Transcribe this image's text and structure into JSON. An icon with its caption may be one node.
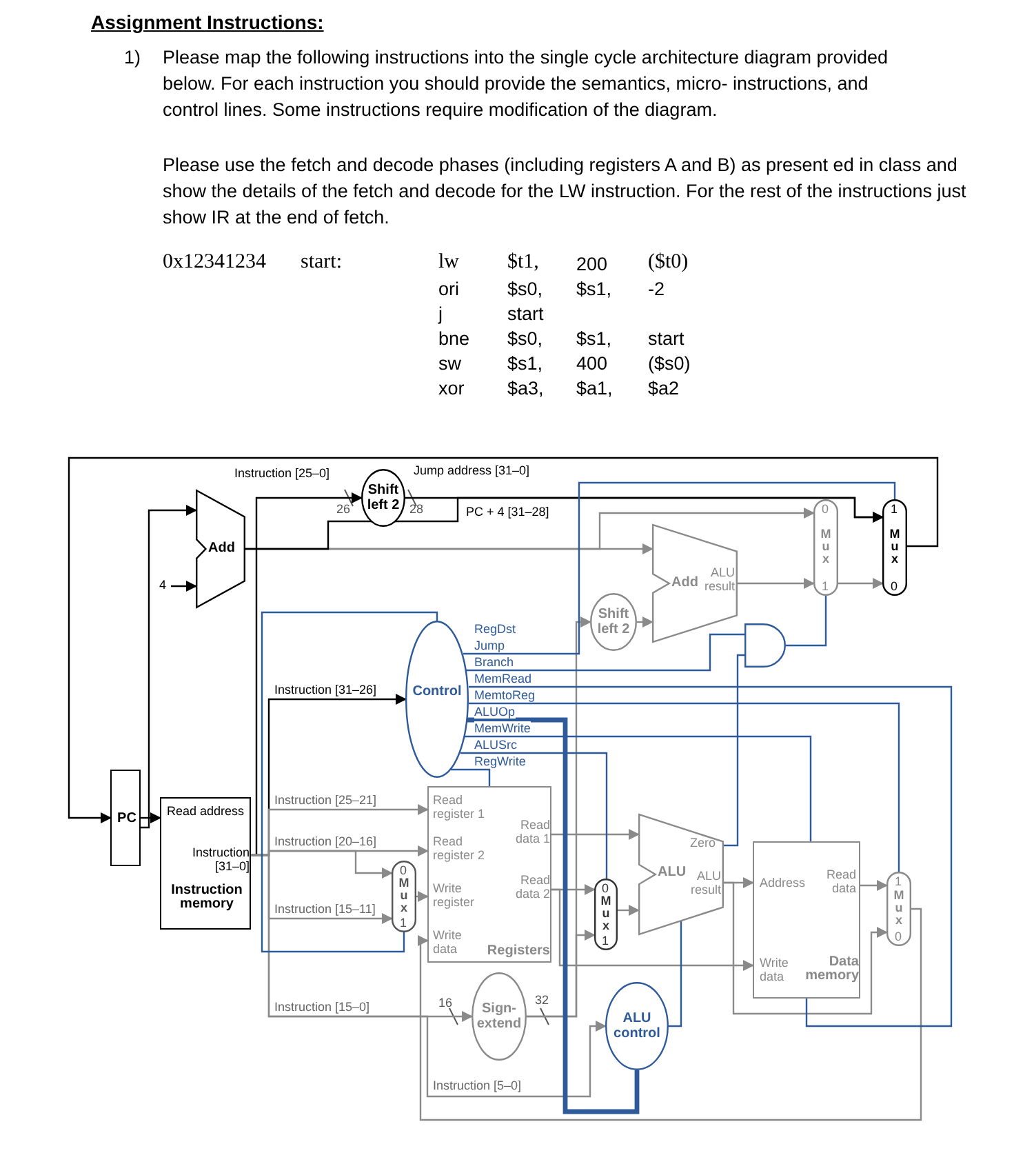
{
  "diagram": {
    "title": "Assignment Instructions:",
    "nodes": [
      {
        "text": [
          "PC"
        ]
      },
      {
        "text": [
          "Read address",
          "Instruction [31–0]",
          "Instruction memory"
        ]
      },
      {
        "text": [
          "Add"
        ]
      },
      {
        "text": [
          "Shift left 2"
        ]
      },
      {
        "text": [
          "Control"
        ]
      },
      {
        "text": [
          "Read register 1",
          "Read register 2",
          "Write register",
          "Write data",
          "Read data 1",
          "Read data 2",
          "Registers"
        ]
      },
      {
        "text": [
          "0",
          "Mux",
          "1"
        ]
      },
      {
        "text": [
          "Sign-extend"
        ]
      },
      {
        "text": [
          "Shift left 2"
        ]
      },
      {
        "text": [
          "Add",
          "ALU result"
        ]
      },
      {
        "text": [
          "0",
          "Mux",
          "1"
        ]
      },
      {
        "text": [
          "1",
          "Mux",
          "0"
        ]
      },
      {
        "text": [],
        "shape": "gate"
      },
      {
        "text": [
          "ALU",
          "Zero",
          "ALU result"
        ]
      },
      {
        "text": [
          "0",
          "Mux",
          "1"
        ]
      },
      {
        "text": [
          "ALU control"
        ]
      },
      {
        "text": [
          "Address",
          "Read data",
          "Write data",
          "Data memory"
        ]
      },
      {
        "text": [
          "1",
          "Mux",
          "0"
        ]
      },
      {
        "text": [
          "4"
        ]
      }
    ],
    "edges": [
      {
        "from": 0,
        "to": 1,
        "arrow": "to",
        "color": "#000000"
      },
      {
        "from": 0,
        "to": 2,
        "arrow": "to",
        "color": "#000000"
      },
      {
        "from": 18,
        "to": 2,
        "arrow": "to",
        "color": "#000000"
      },
      {
        "from": 2,
        "to": 10,
        "arrow": "to"
      },
      {
        "from": 2,
        "to": 9,
        "arrow": "to"
      },
      {
        "from": 2,
        "to": 11,
        "arrow": "to",
        "label": "PC + 4 [31–28]",
        "color": "#000000"
      },
      {
        "from": 1,
        "to": 3,
        "arrow": "to",
        "label": "Instruction [25–0]",
        "color": "#000000"
      },
      {
        "from": 3,
        "to": 11,
        "arrow": "to",
        "label": "Jump address [31–0]",
        "color": "#000000"
      },
      {
        "from": 11,
        "to": 0,
        "arrow": "to",
        "color": "#000000"
      },
      {
        "from": 1,
        "to": 4,
        "arrow": "to",
        "label": "Instruction [31–26]",
        "color": "#000000"
      },
      {
        "from": 1,
        "to": 5,
        "arrow": "to",
        "label": "Instruction [25–21]"
      },
      {
        "from": 1,
        "to": 5,
        "arrow": "to",
        "label": "Instruction [20–16]"
      },
      {
        "from": 1,
        "to": 6,
        "arrow": "to"
      },
      {
        "from": 1,
        "to": 6,
        "arrow": "to",
        "label": "Instruction [15–11]"
      },
      {
        "from": 6,
        "to": 5,
        "arrow": "to"
      },
      {
        "from": 1,
        "to": 7,
        "arrow": "to",
        "label": "Instruction [15–0]"
      },
      {
        "from": 1,
        "to": 15,
        "arrow": "to",
        "label": "Instruction [5–0]"
      },
      {
        "from": 5,
        "to": 13,
        "arrow": "to"
      },
      {
        "from": 5,
        "to": 14,
        "arrow": "to"
      },
      {
        "from": 5,
        "to": 16,
        "arrow": "to"
      },
      {
        "from": 7,
        "to": 14,
        "arrow": "to"
      },
      {
        "from": 7,
        "to": 8,
        "arrow": "to"
      },
      {
        "from": 8,
        "to": 9,
        "arrow": "to"
      },
      {
        "from": 9,
        "to": 10,
        "arrow": "to"
      },
      {
        "from": 10,
        "to": 11,
        "arrow": "to"
      },
      {
        "from": 14,
        "to": 13,
        "arrow": "to"
      },
      {
        "from": 13,
        "to": 16,
        "arrow": "to"
      },
      {
        "from": 13,
        "to": 17,
        "arrow": "to"
      },
      {
        "from": 16,
        "to": 17,
        "arrow": "to"
      },
      {
        "from": 17,
        "to": 5,
        "arrow": "to"
      },
      {
        "from": 13,
        "to": 12,
        "arrow": "none",
        "color": "#2e5a9a"
      },
      {
        "from": 12,
        "to": 10,
        "arrow": "none",
        "color": "#2e5a9a"
      },
      {
        "from": 15,
        "to": 13,
        "arrow": "none",
        "color": "#2e5a9a"
      },
      {
        "from": 4,
        "to": 6,
        "arrow": "none",
        "label": "RegDst",
        "color": "#2e5a9a"
      },
      {
        "from": 4,
        "to": 11,
        "arrow": "none",
        "label": "Jump",
        "color": "#2e5a9a"
      },
      {
        "from": 4,
        "to": 12,
        "arrow": "none",
        "label": "Branch",
        "color": "#2e5a9a"
      },
      {
        "from": 4,
        "to": 16,
        "arrow": "none",
        "label": "MemRead",
        "color": "#2e5a9a"
      },
      {
        "from": 4,
        "to": 17,
        "arrow": "none",
        "label": "MemtoReg",
        "color": "#2e5a9a"
      },
      {
        "from": 4,
        "to": 15,
        "arrow": "none",
        "label": "ALUOp",
        "color": "#2e5a9a",
        "style": "thick"
      },
      {
        "from": 4,
        "to": 16,
        "arrow": "none",
        "label": "MemWrite",
        "color": "#2e5a9a"
      },
      {
        "from": 4,
        "to": 14,
        "arrow": "none",
        "label": "ALUSrc",
        "color": "#2e5a9a"
      },
      {
        "from": 4,
        "to": 5,
        "arrow": "none",
        "label": "RegWrite",
        "color": "#2e5a9a"
      }
    ],
    "labels": [
      "1)",
      "Please map the following instructions into the single cycle architecture diagram provided below. For each instruction you should provide the semantics, micro- instructions, and control lines. Some instructions require modification of the diagram.",
      "Please use the fetch and decode phases (including registers A and B) as present ed in class and show the details of the fetch and decode for the LW instruction. For the rest of the instructions just show IR at the end of fetch.",
      "0x12341234",
      "start:",
      "lw",
      "$t1,",
      "200",
      "($t0)",
      "ori",
      "$s0,",
      "$s1,",
      "-2",
      "j",
      "start",
      "bne",
      "$s0,",
      "$s1,",
      "start",
      "sw",
      "$s1,",
      "400",
      "($s0)",
      "xor",
      "$a3,",
      "$a1,",
      "$a2",
      "26",
      "28",
      "16",
      "32"
    ]
  }
}
